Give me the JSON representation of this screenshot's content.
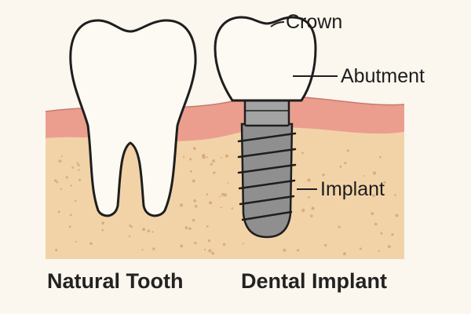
{
  "labels": {
    "crown": "Crown",
    "abutment": "Abutment",
    "implant": "Implant"
  },
  "captions": {
    "natural_tooth": "Natural Tooth",
    "dental_implant": "Dental Implant"
  },
  "colors": {
    "background": "#fbf6ee",
    "bone": "#f2d3a8",
    "bone_dots": "#d9ad7c",
    "gum": "#ec9e8e",
    "tooth": "#fdfaf3",
    "outline": "#1e1e1e",
    "implant_metal": "#8f8f8f",
    "abutment_metal": "#a3a3a3"
  }
}
